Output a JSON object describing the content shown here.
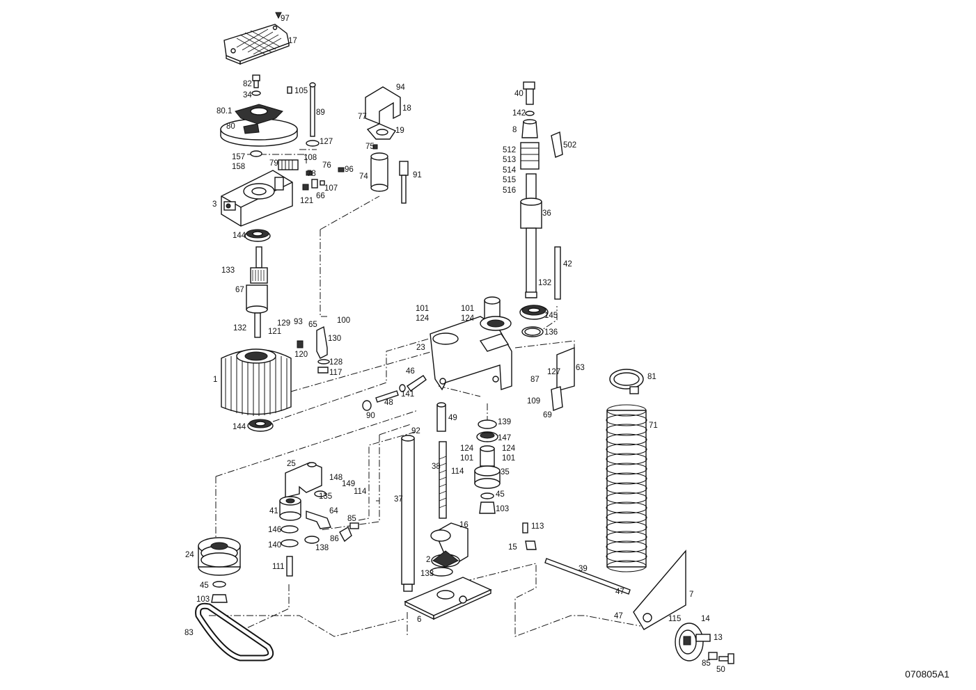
{
  "drawing_code": "070805A1",
  "part_labels": {
    "p97": "97",
    "p17": "17",
    "p82": "82",
    "p34": "34",
    "p80_1": "80.1",
    "p80": "80",
    "p105": "105",
    "p89": "89",
    "p127a": "127",
    "p157": "157",
    "p158": "158",
    "p108": "108",
    "p79": "79",
    "p76": "76",
    "p96": "96",
    "p78": "78",
    "p107": "107",
    "p121a": "121",
    "p66": "66",
    "p3": "3",
    "p144a": "144",
    "p133a": "133",
    "p67": "67",
    "p132a": "132",
    "p129": "129",
    "p93": "93",
    "p121b": "121",
    "p65": "65",
    "p100": "100",
    "p130": "130",
    "p120": "120",
    "p128": "128",
    "p117": "117",
    "p1": "1",
    "p144b": "144",
    "p94": "94",
    "p18": "18",
    "p77": "77",
    "p19": "19",
    "p75": "75",
    "p74": "74",
    "p91": "91",
    "p40": "40",
    "p142": "142",
    "p8": "8",
    "p502": "502",
    "p512": "512",
    "p513": "513",
    "p514": "514",
    "p515": "515",
    "p516": "516",
    "p36": "36",
    "p42": "42",
    "p132b": "132",
    "p145": "145",
    "p136": "136",
    "p101a": "101",
    "p124a": "124",
    "p101b": "101",
    "p124b": "124",
    "p23": "23",
    "p87": "87",
    "p127b": "127",
    "p63": "63",
    "p46": "46",
    "p141": "141",
    "p48": "48",
    "p90": "90",
    "p49": "49",
    "p109": "109",
    "p69": "69",
    "p81": "81",
    "p71": "71",
    "p92": "92",
    "p139": "139",
    "p147": "147",
    "p124c": "124",
    "p124d": "124",
    "p101c": "101",
    "p101d": "101",
    "p38": "38",
    "p114a": "114",
    "p35": "35",
    "p25": "25",
    "p148": "148",
    "p149": "149",
    "p114b": "114",
    "p135": "135",
    "p41": "41",
    "p64": "64",
    "p85a": "85",
    "p146": "146",
    "p86": "86",
    "p140": "140",
    "p138": "138",
    "p37": "37",
    "p45a": "45",
    "p103a": "103",
    "p16": "16",
    "p113": "113",
    "p15": "15",
    "p39": "39",
    "p24": "24",
    "p111": "111",
    "p2": "2",
    "p133b": "133",
    "p45b": "45",
    "p103b": "103",
    "p47a": "47",
    "p47b": "47",
    "p7": "7",
    "p6": "6",
    "p83": "83",
    "p115": "115",
    "p14": "14",
    "p13": "13",
    "p85b": "85",
    "p50": "50"
  }
}
